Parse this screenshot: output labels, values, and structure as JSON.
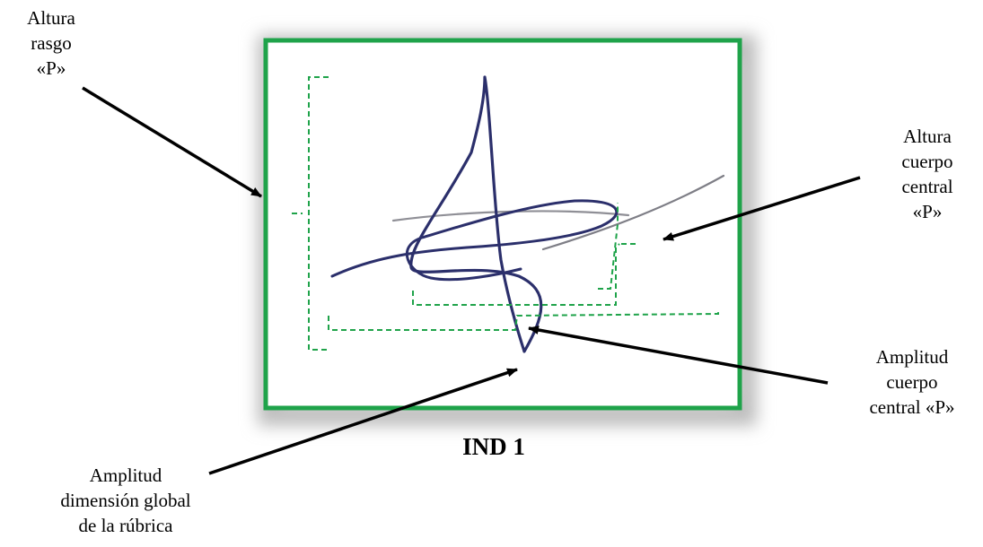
{
  "caption": "IND 1",
  "annotations": {
    "altura_rasgo": [
      "Altura",
      "rasgo",
      "«P»"
    ],
    "altura_cuerpo": [
      "Altura",
      "cuerpo",
      "central",
      "«P»"
    ],
    "amplitud_cuerpo": [
      "Amplitud",
      "cuerpo",
      "central «P»"
    ],
    "amplitud_global": [
      "Amplitud",
      "dimensión global",
      "de la rúbrica"
    ]
  },
  "colors": {
    "frame": "#1fa34a",
    "guide": "#1fa34a",
    "ink": "#2b2f6b",
    "arrow": "#000000"
  }
}
